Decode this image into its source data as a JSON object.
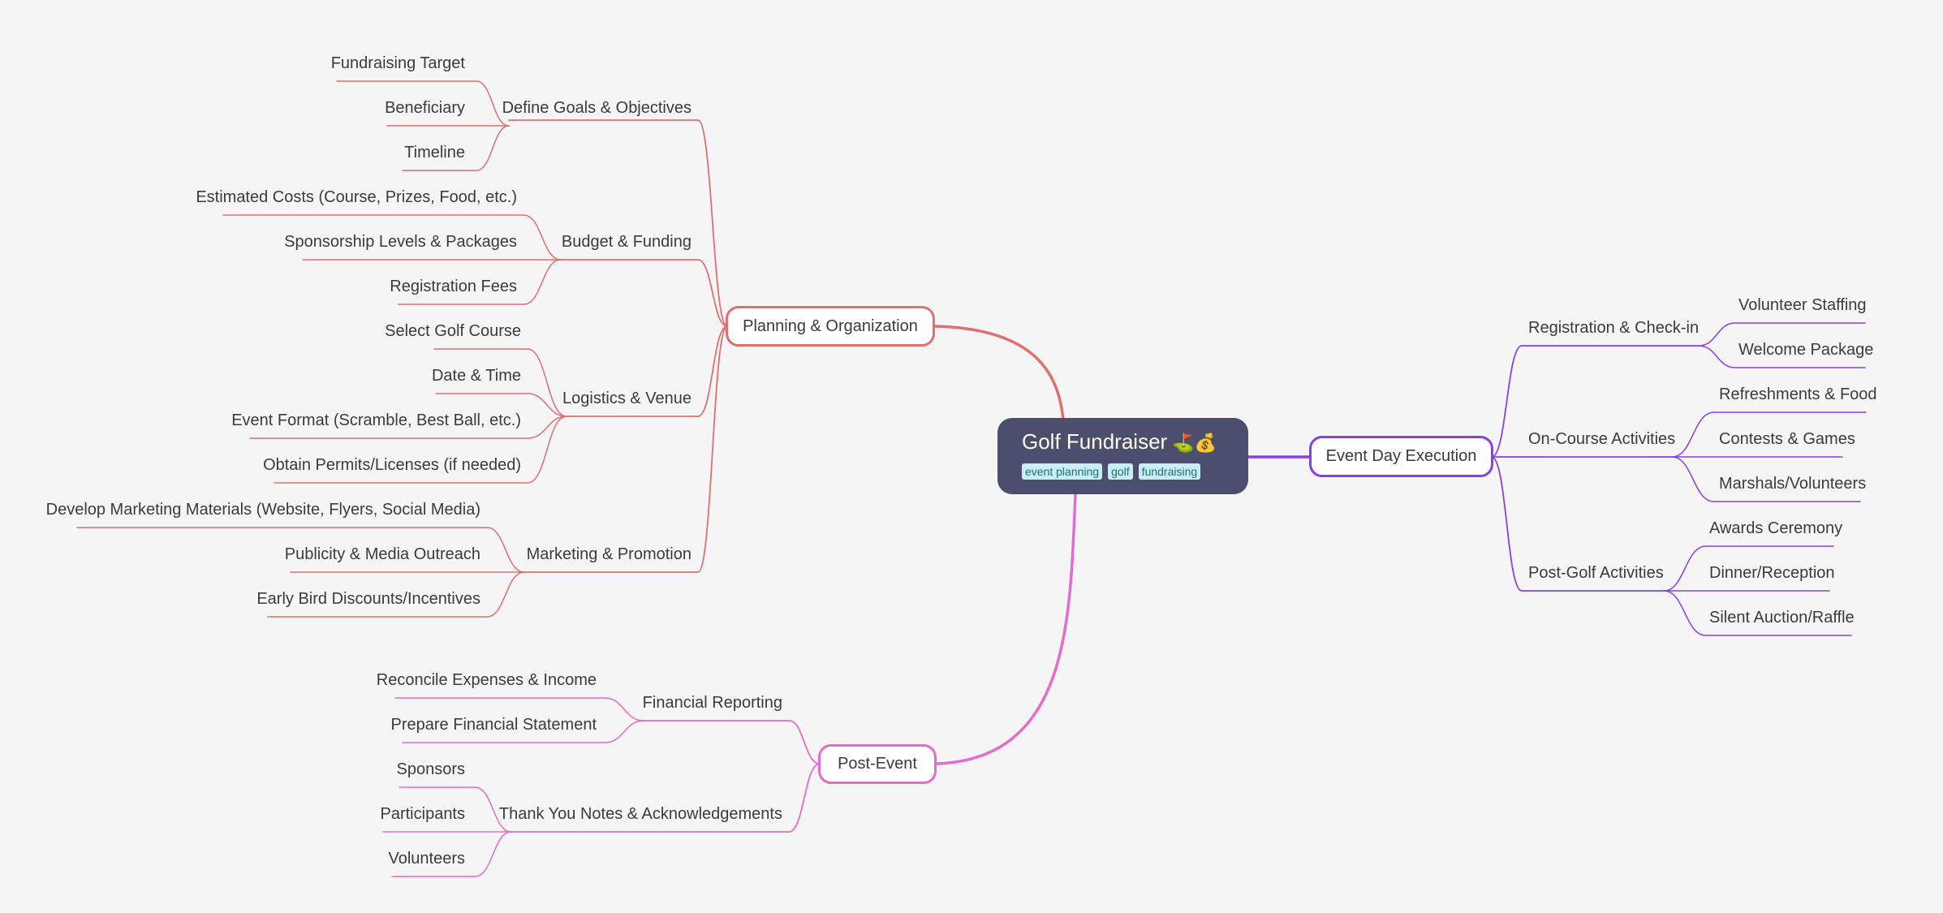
{
  "root": {
    "title": "Golf Fundraiser",
    "emoji": "⛳💰",
    "tags": [
      "event planning",
      "golf",
      "fundraising"
    ]
  },
  "branches": {
    "planning": "Planning & Organization",
    "event_day": "Event Day Execution",
    "post_event": "Post-Event"
  },
  "planning": {
    "goals": {
      "label": "Define Goals & Objectives",
      "items": [
        "Fundraising Target",
        "Beneficiary",
        "Timeline"
      ]
    },
    "budget": {
      "label": "Budget & Funding",
      "items": [
        "Estimated Costs (Course, Prizes, Food, etc.)",
        "Sponsorship Levels & Packages",
        "Registration Fees"
      ]
    },
    "logistics": {
      "label": "Logistics & Venue",
      "items": [
        "Select Golf Course",
        "Date & Time",
        "Event Format (Scramble, Best Ball, etc.)",
        "Obtain Permits/Licenses (if needed)"
      ]
    },
    "marketing": {
      "label": "Marketing & Promotion",
      "items": [
        "Develop Marketing Materials (Website, Flyers, Social Media)",
        "Publicity & Media Outreach",
        "Early Bird Discounts/Incentives"
      ]
    }
  },
  "event_day": {
    "registration": {
      "label": "Registration & Check-in",
      "items": [
        "Volunteer Staffing",
        "Welcome Package"
      ]
    },
    "oncourse": {
      "label": "On-Course Activities",
      "items": [
        "Refreshments & Food",
        "Contests & Games",
        "Marshals/Volunteers"
      ]
    },
    "postgolf": {
      "label": "Post-Golf Activities",
      "items": [
        "Awards Ceremony",
        "Dinner/Reception",
        "Silent Auction/Raffle"
      ]
    }
  },
  "post_event": {
    "financial": {
      "label": "Financial Reporting",
      "items": [
        "Reconcile Expenses & Income",
        "Prepare Financial Statement"
      ]
    },
    "thankyou": {
      "label": "Thank You Notes & Acknowledgements",
      "items": [
        "Sponsors",
        "Participants",
        "Volunteers"
      ]
    }
  },
  "colors": {
    "background": "#f5f5f5",
    "root": "#4b4e6d",
    "planning": "#e07070",
    "event_day": "#8a3ee6",
    "post_event": "#e66bd0",
    "tag_bg": "#c8eef4",
    "tag_text": "#1f6f80"
  }
}
